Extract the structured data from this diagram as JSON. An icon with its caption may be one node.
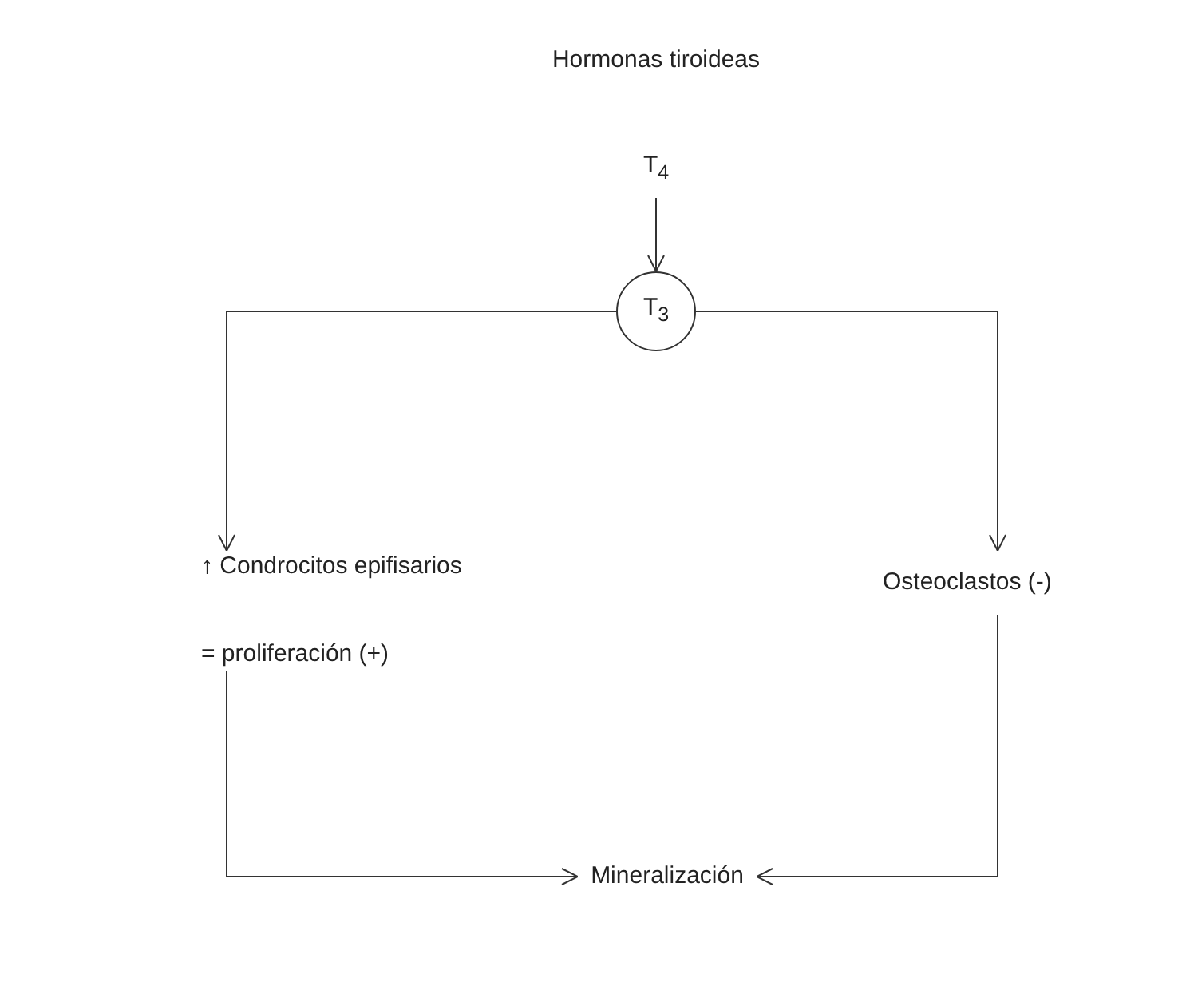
{
  "diagram": {
    "title": "Hormonas tiroideas",
    "nodes": [
      {
        "text": [
          "T$_{4}$"
        ]
      },
      {
        "text": [
          "T$_{3}$"
        ]
      },
      {
        "text": [
          "↑ Condrocitos epifisarios",
          "= proliferación (+)"
        ]
      },
      {
        "text": [
          "Osteoclastos (-)"
        ]
      },
      {
        "text": [
          "Mineralización"
        ]
      }
    ],
    "edges": [
      {
        "from": 0,
        "to": 1,
        "arrow": "to"
      },
      {
        "from": 1,
        "to": 2,
        "arrow": "to"
      },
      {
        "from": 1,
        "to": 3,
        "arrow": "to"
      },
      {
        "from": 2,
        "to": 4,
        "arrow": "to"
      },
      {
        "from": 3,
        "to": 4,
        "arrow": "to"
      }
    ]
  }
}
